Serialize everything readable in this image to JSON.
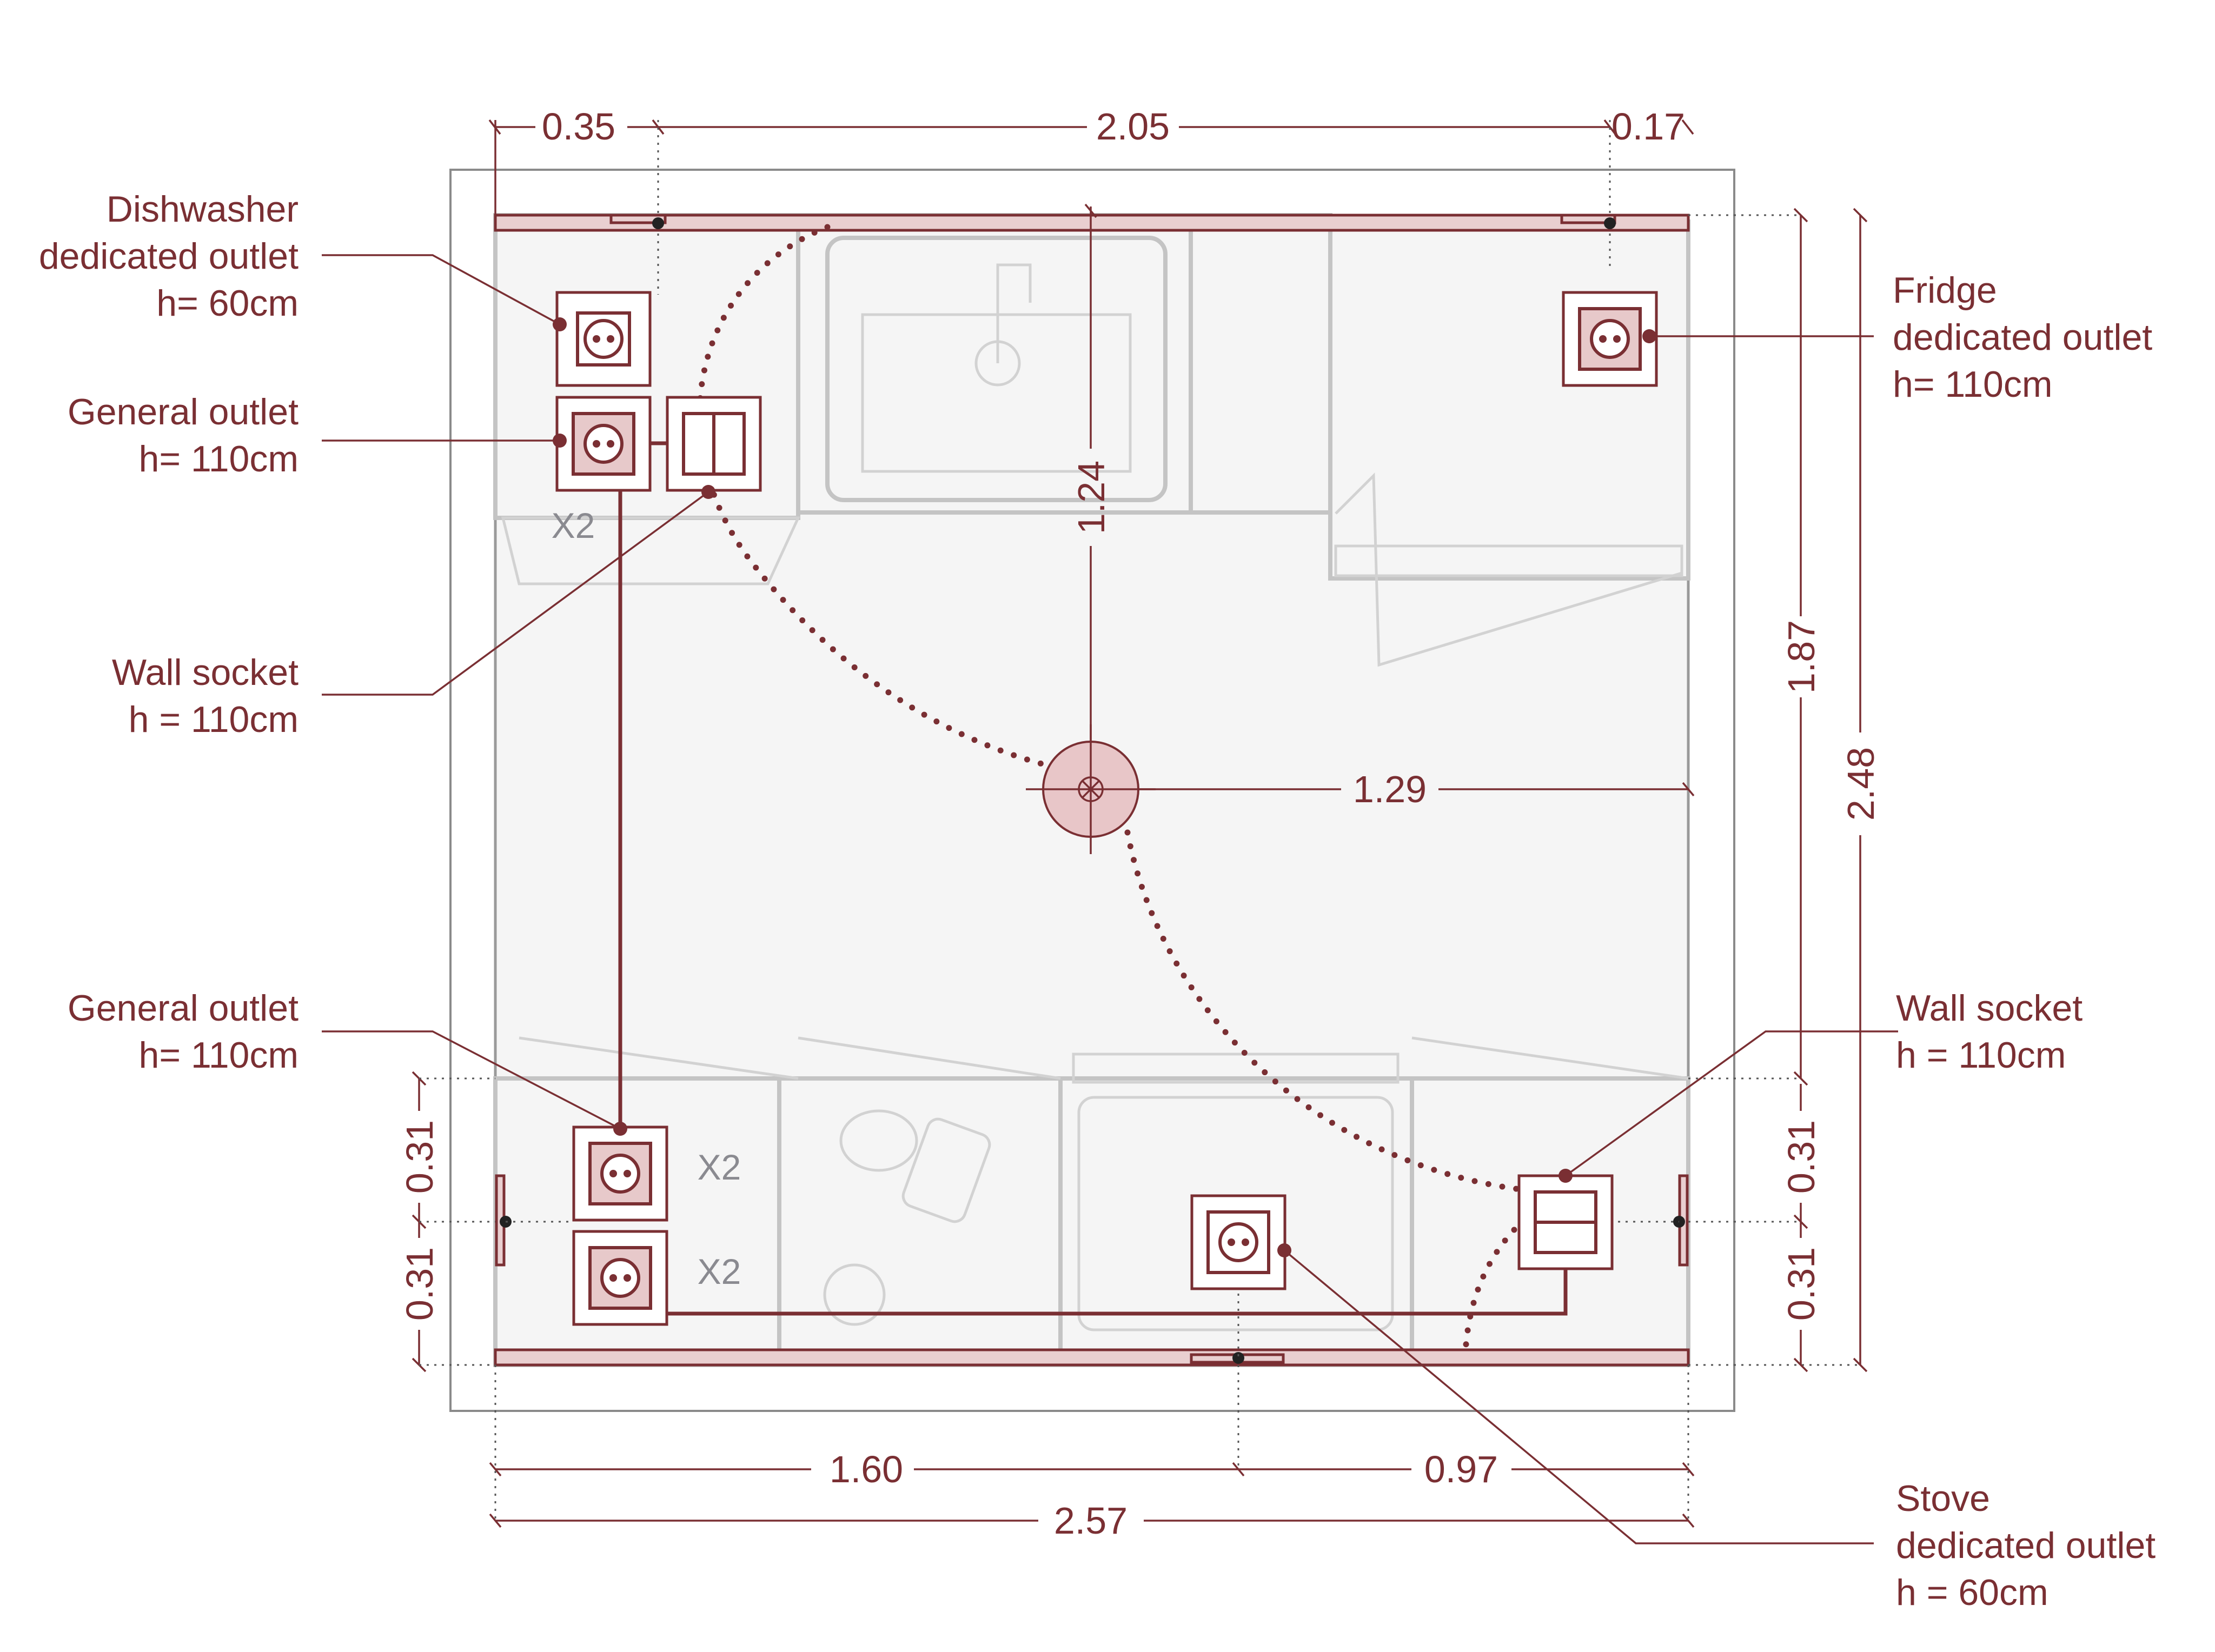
{
  "dimensions": {
    "top_left": "0.35",
    "top_middle": "2.05",
    "top_right": "0.17",
    "center_vertical": "1.24",
    "center_horizontal": "1.29",
    "right_inner": "1.87",
    "right_outer": "2.48",
    "left_upper": "0.31",
    "left_lower": "0.31",
    "right_upper": "0.31",
    "right_lower": "0.31",
    "bottom_left": "1.60",
    "bottom_right": "0.97",
    "bottom_total": "2.57"
  },
  "labels": {
    "dishwasher": [
      "Dishwasher",
      "dedicated outlet",
      "h= 60cm"
    ],
    "general_top": [
      "General outlet",
      "h= 110cm"
    ],
    "wall_socket_left": [
      "Wall socket",
      "h = 110cm"
    ],
    "general_bottom": [
      "General outlet",
      "h= 110cm"
    ],
    "fridge": [
      "Fridge",
      "dedicated  outlet",
      "h= 110cm"
    ],
    "wall_socket_right": [
      "Wall socket",
      "h = 110cm"
    ],
    "stove": [
      "Stove",
      "dedicated outlet",
      "h = 60cm"
    ]
  },
  "multipliers": {
    "top": "X2",
    "bottom_upper": "X2",
    "bottom_lower": "X2"
  },
  "colors": {
    "accent": "#7a2f33",
    "wall_fill": "#e9cfd0",
    "furniture": "#c4c4c4",
    "floor": "#f5f5f5"
  },
  "icons": [
    "outlet-icon",
    "switch-icon",
    "ceiling-light-icon",
    "door-swing-arc"
  ]
}
